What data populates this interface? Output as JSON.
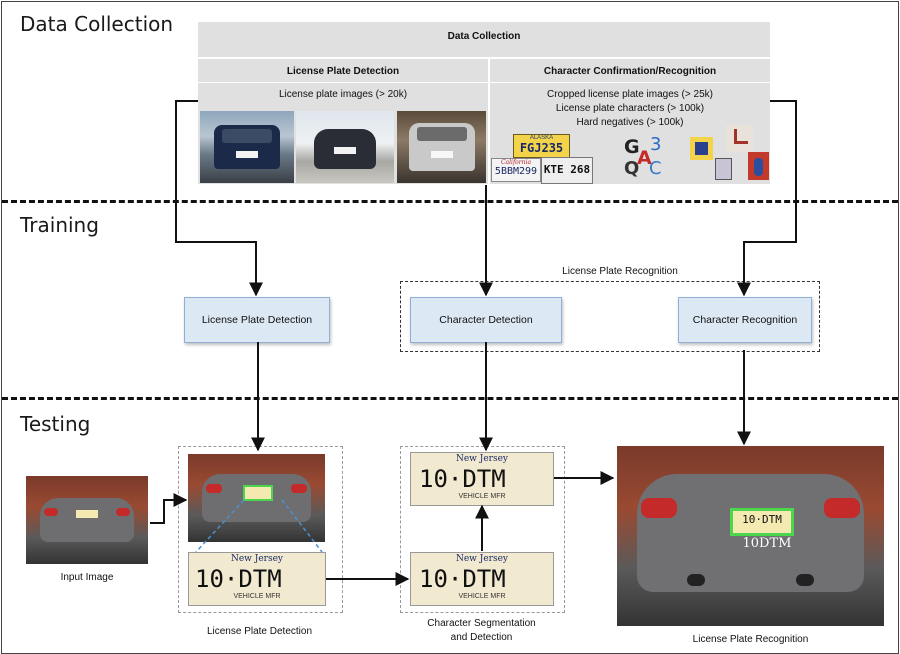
{
  "sections": {
    "data_collection": "Data Collection",
    "training": "Training",
    "testing": "Testing"
  },
  "table": {
    "title": "Data Collection",
    "left_header": "License Plate Detection",
    "right_header": "Character Confirmation/Recognition",
    "left_line": "License plate images (> 20k)",
    "right_lines": [
      "Cropped license plate images (> 25k)",
      "License plate characters (> 100k)",
      "Hard negatives (> 100k)"
    ]
  },
  "plates": {
    "p1_state": "ALASKA",
    "p1_text": "FGJ235",
    "p2_state": "California",
    "p2_text": "5BBM299",
    "p3_text": "KTE 268",
    "nj_state": "New Jersey",
    "nj_text": "10·DTM",
    "nj_footer": "VEHICLE MFR",
    "car_plate": "10·DTM"
  },
  "chars": [
    "G",
    "A",
    "3",
    "Q",
    "C"
  ],
  "training": {
    "group_label": "License Plate Recognition",
    "lpd": "License Plate Detection",
    "cd": "Character Detection",
    "cr": "Character Recognition"
  },
  "testing": {
    "input": "Input Image",
    "lpd": "License Plate Detection",
    "seg_line1": "Character Segmentation",
    "seg_line2": "and Detection",
    "lpr": "License Plate Recognition",
    "result": "10DTM"
  }
}
